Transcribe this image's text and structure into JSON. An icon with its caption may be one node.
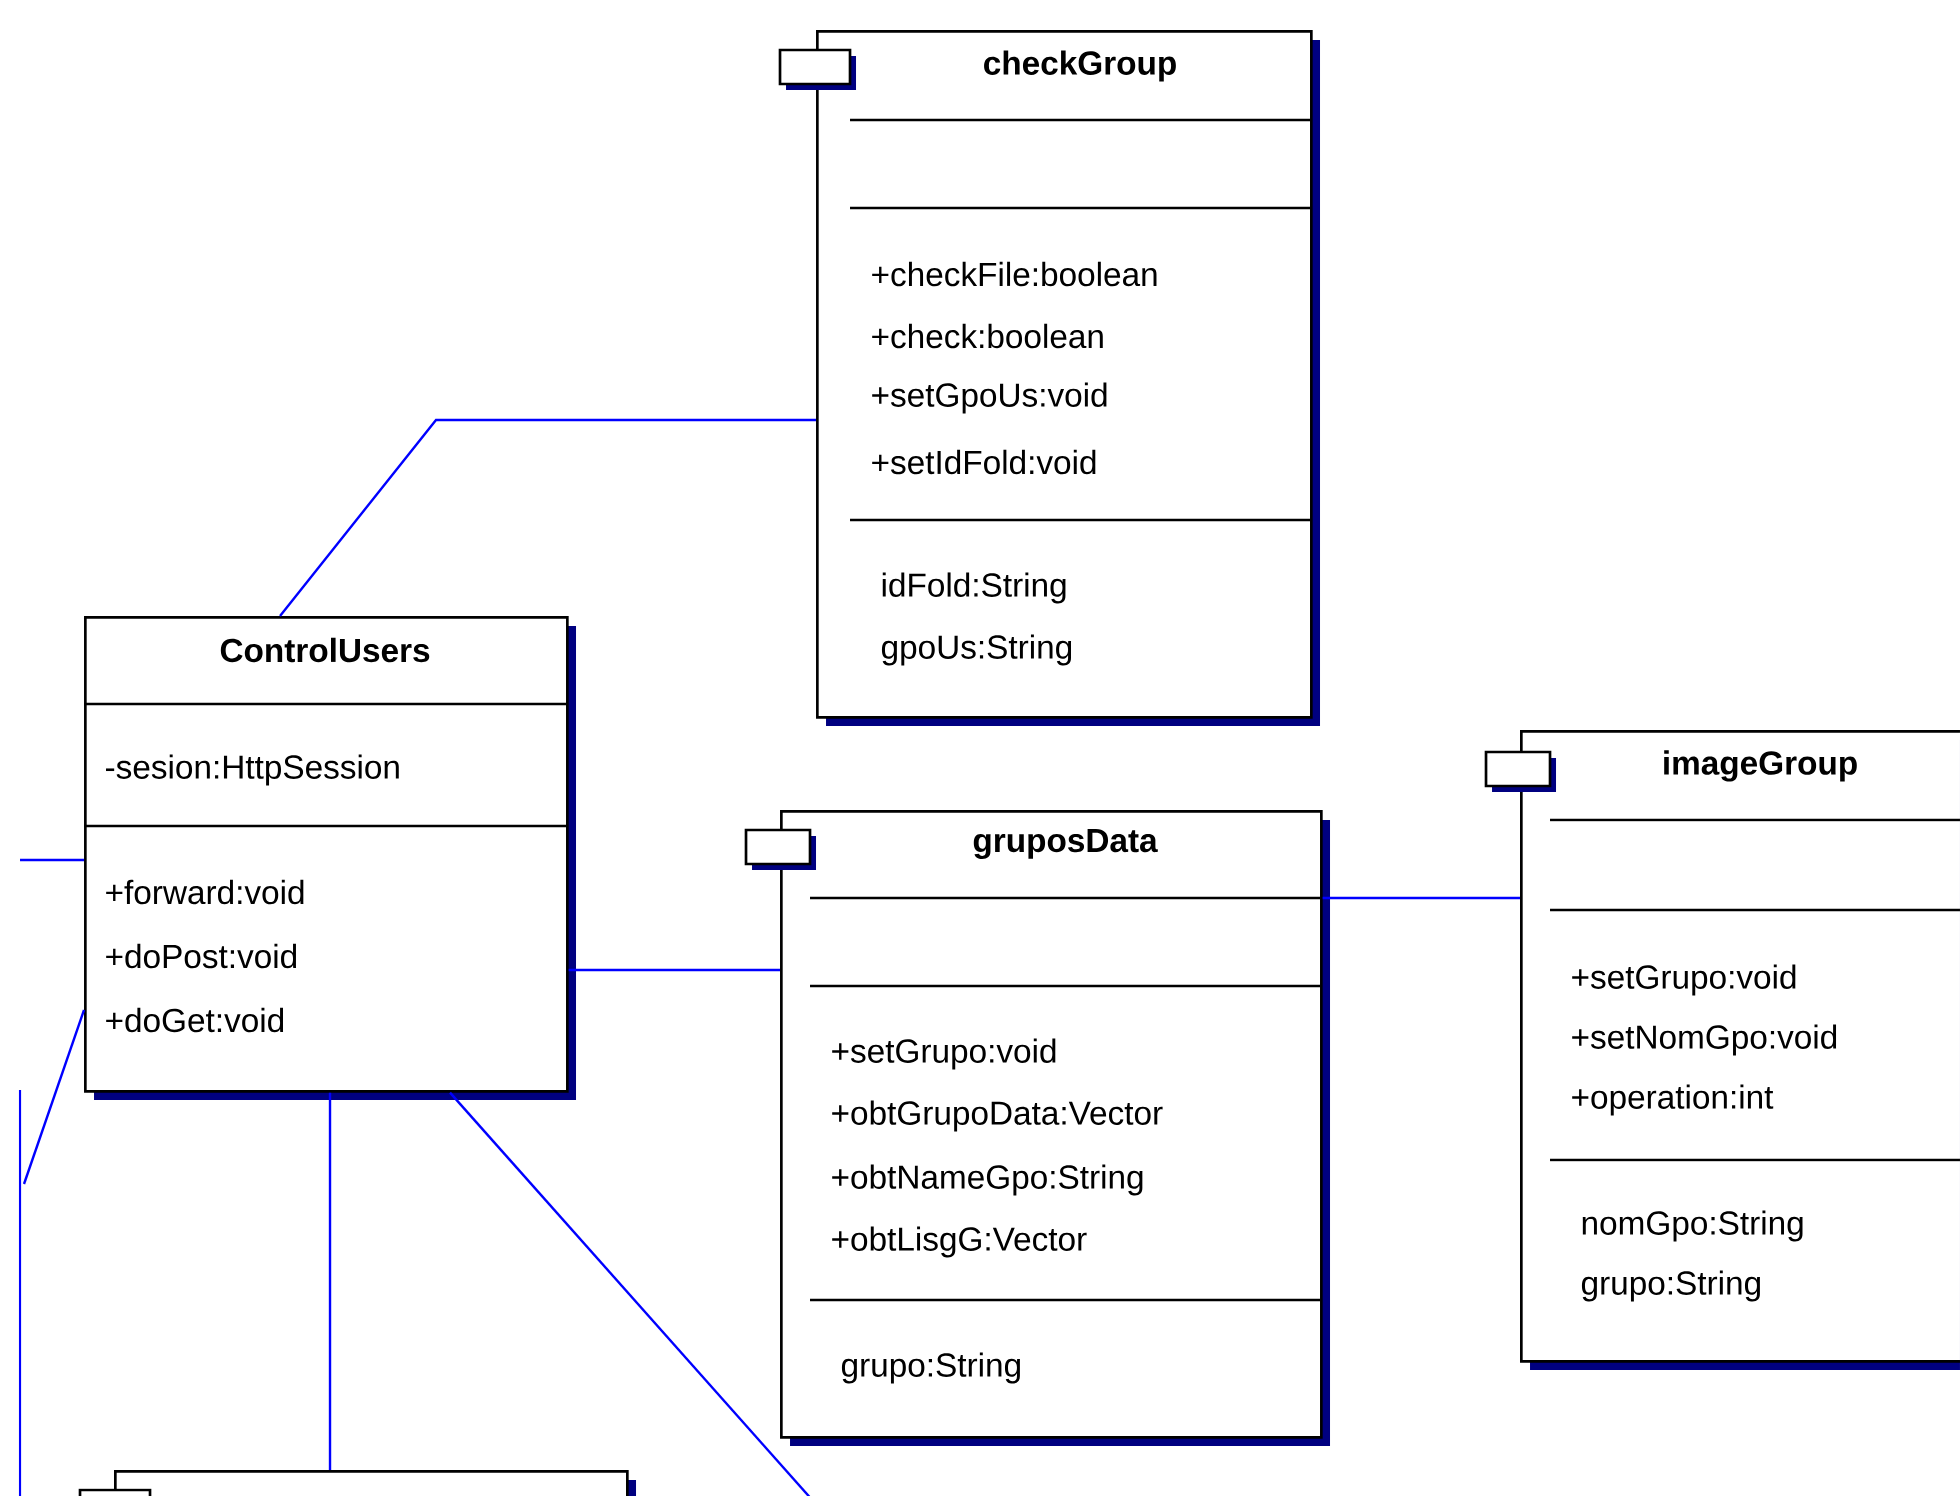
{
  "diagram": {
    "nodes": [
      {
        "text": [
          "checkGroup",
          "+checkFile:boolean",
          "+check:boolean",
          "+setGpoUs:void",
          "+setIdFold:void",
          "idFold:String",
          "gpoUs:String"
        ]
      },
      {
        "text": [
          "ControlUsers",
          "-sesion:HttpSession",
          "+forward:void",
          "+doPost:void",
          "+doGet:void"
        ]
      },
      {
        "text": [
          "imageGroup",
          "+setGrupo:void",
          "+setNomGpo:void",
          "+operation:int",
          "nomGpo:String",
          "grupo:String"
        ]
      },
      {
        "text": [
          "gruposData",
          "+setGrupo:void",
          "+obtGrupoData:Vector",
          "+obtNameGpo:String",
          "+obtLisgG:Vector",
          "grupo:String"
        ]
      },
      {
        "text": [],
        "shape": "box"
      }
    ],
    "edges": [
      {
        "from": 1,
        "to": 0,
        "arrow": "none"
      },
      {
        "from": 1,
        "to": 3,
        "arrow": "none"
      },
      {
        "from": 3,
        "to": 2,
        "arrow": "none"
      },
      {
        "from": 1,
        "to": 4,
        "arrow": "none"
      },
      {
        "from": null,
        "to": 1,
        "arrow": "none"
      },
      {
        "from": 1,
        "to": null,
        "arrow": "none"
      },
      {
        "from": 1,
        "to": null,
        "arrow": "none"
      }
    ]
  }
}
